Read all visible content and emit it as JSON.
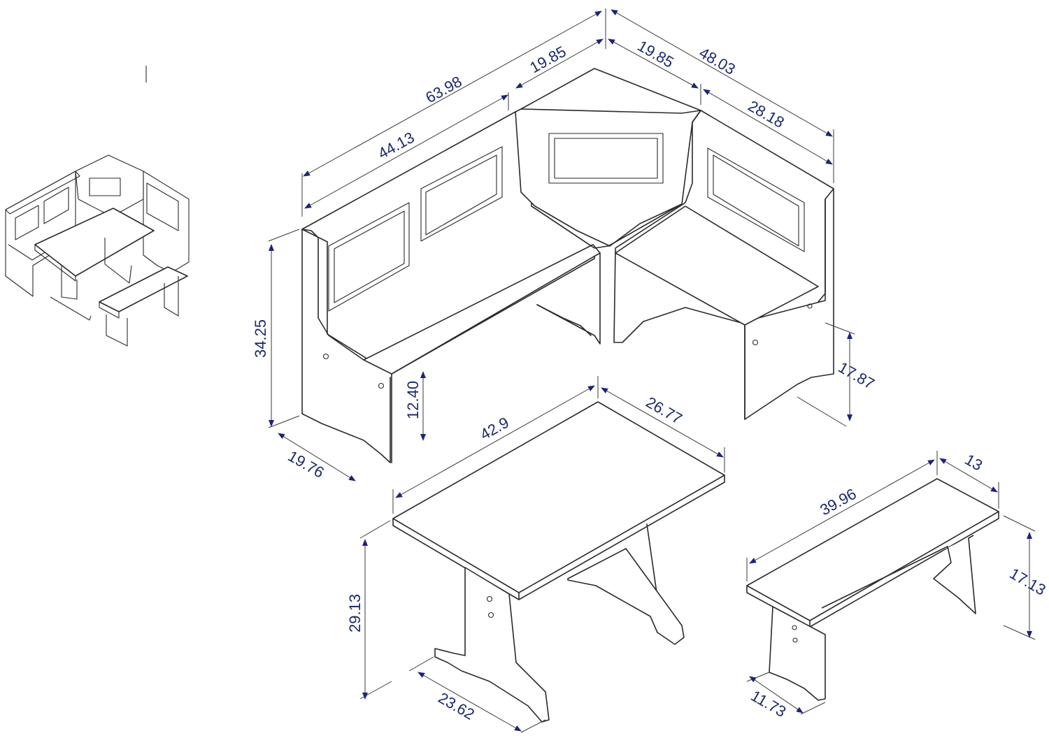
{
  "colors": {
    "dimension_text": "#1b2a6b",
    "arrowhead": "#1d2476",
    "line": "#2a2a2a",
    "background": "#ffffff"
  },
  "corner_bench": {
    "overall_left": "63.98",
    "overall_right": "48.03",
    "left_run": "44.13",
    "corner_left": "19.85",
    "corner_right": "19.85",
    "right_run": "28.18",
    "back_height": "34.25",
    "seat_height_left": "12.40",
    "seat_height_right": "17.87",
    "depth": "19.76"
  },
  "table": {
    "length": "42.9",
    "width": "26.77",
    "height": "29.13",
    "base_width": "23.62"
  },
  "bench": {
    "length": "39.96",
    "width": "13",
    "height": "17.13",
    "base_width": "11.73"
  }
}
